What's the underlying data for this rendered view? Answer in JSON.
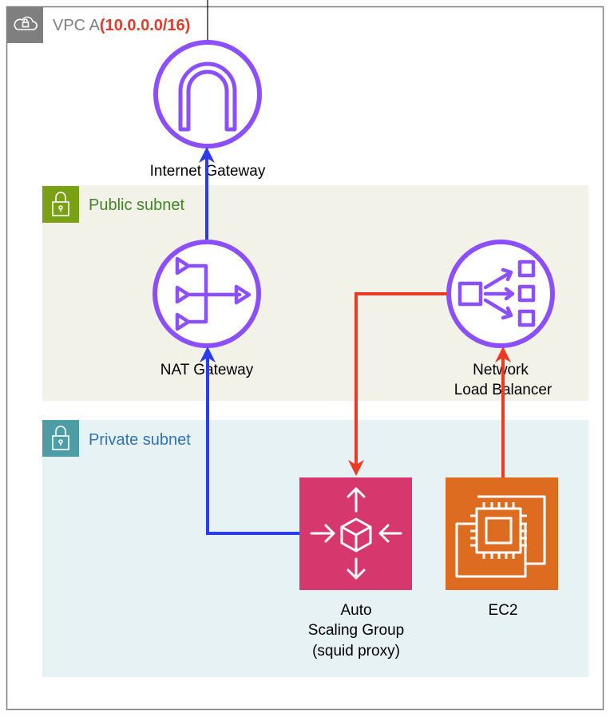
{
  "vpc": {
    "label_prefix": "VPC A",
    "cidr": "(10.0.0.0/16)",
    "border_color": "#7f7f7f",
    "cidr_color": "#e03c2c"
  },
  "public_subnet": {
    "label": "Public subnet",
    "fill": "#f2f2e9",
    "accent": "#7aa116",
    "text_color": "#3f8624"
  },
  "private_subnet": {
    "label": "Private subnet",
    "fill": "#e6f2f4",
    "accent": "#4d9da6",
    "text_color": "#2e73b8"
  },
  "nodes": {
    "internet_gateway": {
      "label": "Internet Gateway",
      "icon": "internet-gateway-icon"
    },
    "nat_gateway": {
      "label": "NAT Gateway",
      "icon": "nat-gateway-icon"
    },
    "nlb": {
      "label_line1": "Network",
      "label_line2": "Load Balancer",
      "icon": "network-load-balancer-icon"
    },
    "asg": {
      "label_line1": "Auto",
      "label_line2": "Scaling Group",
      "label_line3": "(squid proxy)",
      "icon": "auto-scaling-icon",
      "color": "#d6376c"
    },
    "ec2": {
      "label": "EC2",
      "icon": "ec2-instance-icon",
      "color": "#dd6b20"
    }
  },
  "colors": {
    "aws_purple": "#8c4fff",
    "blue_flow": "#2b3bf0",
    "red_flow": "#ee3a22"
  }
}
